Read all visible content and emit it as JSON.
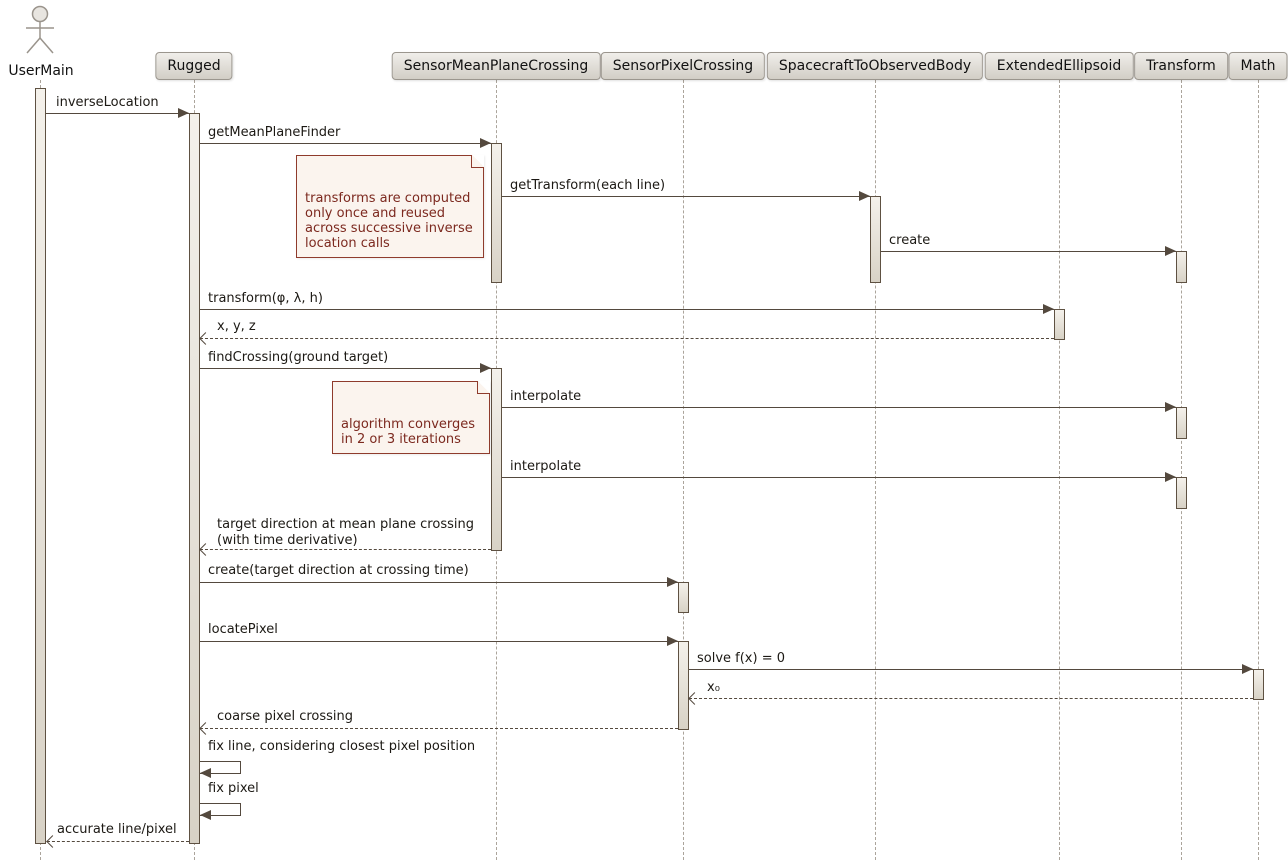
{
  "diagram": {
    "kind": "uml-sequence-diagram"
  },
  "colors": {
    "arrow": "#54493e",
    "lifeline": "#aba49b",
    "participant_bg_top": "#f0eeea",
    "participant_bg_bottom": "#d2cec6",
    "participant_border": "#9b968e",
    "activation_border": "#5e5142",
    "note_bg": "#fbf4ee",
    "note_border": "#8f3b2c",
    "note_text": "#7c291f"
  },
  "actor": {
    "name": "UserMain"
  },
  "participants": [
    {
      "name": "Rugged"
    },
    {
      "name": "SensorMeanPlaneCrossing"
    },
    {
      "name": "SensorPixelCrossing"
    },
    {
      "name": "SpacecraftToObservedBody"
    },
    {
      "name": "ExtendedEllipsoid"
    },
    {
      "name": "Transform"
    },
    {
      "name": "Math"
    }
  ],
  "messages": [
    {
      "label": "inverseLocation",
      "from": "UserMain",
      "to": "Rugged",
      "style": "solid"
    },
    {
      "label": "getMeanPlaneFinder",
      "from": "Rugged",
      "to": "SensorMeanPlaneCrossing",
      "style": "solid"
    },
    {
      "label": "getTransform(each line)",
      "from": "SensorMeanPlaneCrossing",
      "to": "SpacecraftToObservedBody",
      "style": "solid"
    },
    {
      "label": "create",
      "from": "SpacecraftToObservedBody",
      "to": "Transform",
      "style": "solid"
    },
    {
      "label": "transform(φ, λ, h)",
      "from": "Rugged",
      "to": "ExtendedEllipsoid",
      "style": "solid"
    },
    {
      "label": "x, y, z",
      "from": "ExtendedEllipsoid",
      "to": "Rugged",
      "style": "return"
    },
    {
      "label": "findCrossing(ground target)",
      "from": "Rugged",
      "to": "SensorMeanPlaneCrossing",
      "style": "solid"
    },
    {
      "label": "interpolate",
      "from": "SensorMeanPlaneCrossing",
      "to": "Transform",
      "style": "solid"
    },
    {
      "label": "interpolate",
      "from": "SensorMeanPlaneCrossing",
      "to": "Transform",
      "style": "solid"
    },
    {
      "label": "target direction at mean plane crossing\n(with time derivative)",
      "from": "SensorMeanPlaneCrossing",
      "to": "Rugged",
      "style": "return"
    },
    {
      "label": "create(target direction at crossing time)",
      "from": "Rugged",
      "to": "SensorPixelCrossing",
      "style": "solid"
    },
    {
      "label": "locatePixel",
      "from": "Rugged",
      "to": "SensorPixelCrossing",
      "style": "solid"
    },
    {
      "label": "solve f(x) = 0",
      "from": "SensorPixelCrossing",
      "to": "Math",
      "style": "solid"
    },
    {
      "label": "x₀",
      "from": "Math",
      "to": "SensorPixelCrossing",
      "style": "return"
    },
    {
      "label": "coarse pixel crossing",
      "from": "SensorPixelCrossing",
      "to": "Rugged",
      "style": "return"
    },
    {
      "label": "fix line, considering closest pixel position",
      "from": "Rugged",
      "to": "Rugged",
      "style": "self"
    },
    {
      "label": "fix pixel",
      "from": "Rugged",
      "to": "Rugged",
      "style": "self"
    },
    {
      "label": "accurate line/pixel",
      "from": "Rugged",
      "to": "UserMain",
      "style": "return"
    }
  ],
  "notes": [
    {
      "text": "transforms are computed\nonly once and reused\nacross successive inverse\nlocation calls"
    },
    {
      "text": "algorithm converges\nin 2 or 3 iterations"
    }
  ]
}
